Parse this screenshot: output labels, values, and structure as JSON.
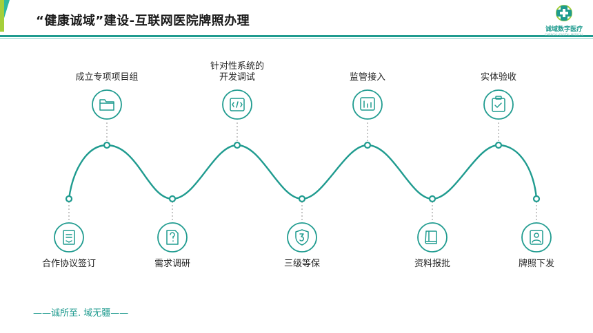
{
  "header": {
    "title": "“健康诚域”建设-互联网医院牌照办理",
    "logo_text": "诚域数字医疗",
    "logo_subtext": "CHENGYU DIGITAL MEDICAL"
  },
  "steps": [
    {
      "label": "合作协议签订",
      "icon": "document-icon"
    },
    {
      "label": "成立专项项目组",
      "icon": "folder-icon"
    },
    {
      "label": "需求调研",
      "icon": "question-document-icon"
    },
    {
      "label": "针对性系统的\n开发调试",
      "icon": "code-icon"
    },
    {
      "label": "三级等保",
      "icon": "shield-3-icon"
    },
    {
      "label": "监管接入",
      "icon": "chart-monitor-icon"
    },
    {
      "label": "资料报批",
      "icon": "book-icon"
    },
    {
      "label": "实体验收",
      "icon": "clipboard-check-icon"
    },
    {
      "label": "牌照下发",
      "icon": "license-icon"
    }
  ],
  "footer": {
    "slogan": "——诚所至. 域无疆——"
  },
  "colors": {
    "accent": "#1f9b8f",
    "accent_light": "#2fb9a0",
    "lime": "#a5cf3a"
  }
}
